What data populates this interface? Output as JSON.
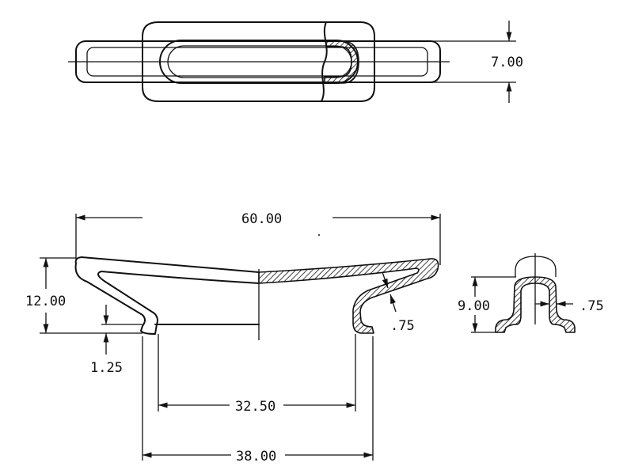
{
  "top_view": {
    "dim_width": "7.00"
  },
  "side_view": {
    "dim_length": "60.00",
    "dim_height": "12.00",
    "dim_base_gap": "1.25",
    "dim_inner_span": "32.50",
    "dim_outer_span": "38.00",
    "dim_wall": ".75"
  },
  "section_view": {
    "dim_height": "9.00",
    "dim_wall": ".75"
  }
}
